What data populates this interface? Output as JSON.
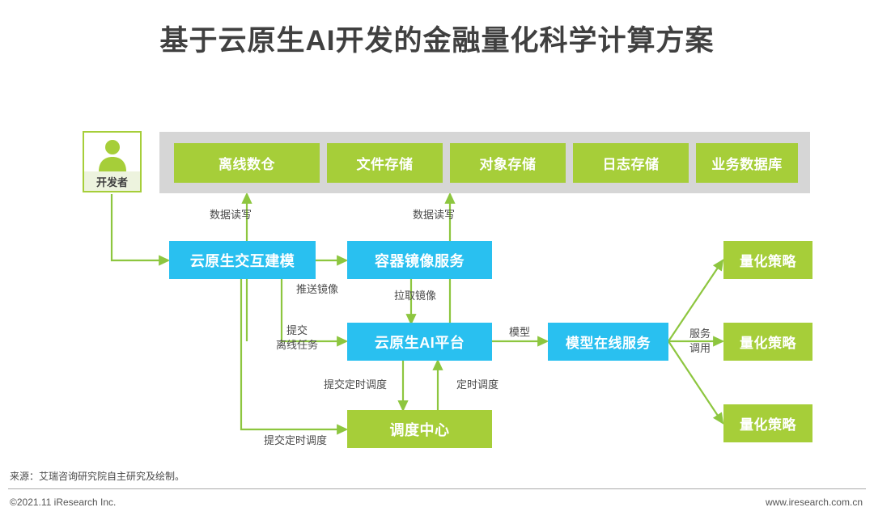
{
  "title": "基于云原生AI开发的金融量化科学计算方案",
  "developer": {
    "label": "开发者",
    "icon": "person-icon"
  },
  "storage": {
    "items": [
      {
        "label": "离线数仓"
      },
      {
        "label": "文件存储"
      },
      {
        "label": "对象存储"
      },
      {
        "label": "日志存储"
      },
      {
        "label": "业务数据库"
      }
    ]
  },
  "nodes": {
    "interactive_modeling": "云原生交互建模",
    "container_registry": "容器镜像服务",
    "ai_platform": "云原生AI平台",
    "model_online_service": "模型在线服务",
    "scheduler_center": "调度中心",
    "strategy_1": "量化策略",
    "strategy_2": "量化策略",
    "strategy_3": "量化策略"
  },
  "edge_labels": {
    "data_rw_left": "数据读写",
    "data_rw_right": "数据读写",
    "push_image": "推送镜像",
    "pull_image": "拉取镜像",
    "submit_offline_line1": "提交",
    "submit_offline_line2": "离线任务",
    "model": "模型",
    "submit_scheduled": "提交定时调度",
    "scheduled": "定时调度",
    "submit_scheduled_dev": "提交定时调度",
    "service_call_line1": "服务",
    "service_call_line2": "调用"
  },
  "footer": {
    "source": "来源：艾瑞咨询研究院自主研究及绘制。",
    "copyright": "©2021.11 iResearch Inc.",
    "website": "www.iresearch.com.cn"
  },
  "colors": {
    "green": "#A6CE39",
    "blue": "#29C0F0",
    "gray_band": "#D6D6D6",
    "title_text": "#404040",
    "arrow": "#8DC63F"
  }
}
